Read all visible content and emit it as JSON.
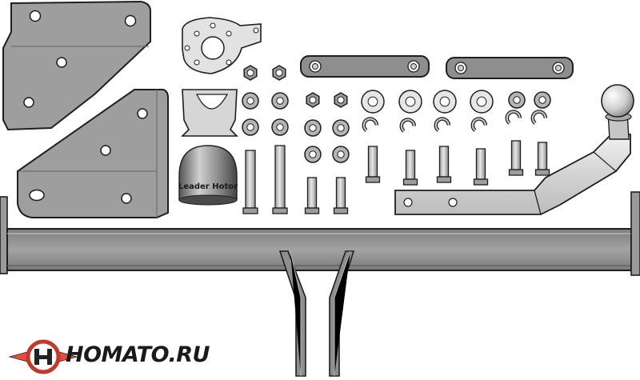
{
  "brand": {
    "name": "HOMATO.RU",
    "logo_colors": {
      "ring": "#c0392b",
      "wing": "#e74c3c",
      "dark": "#222222"
    }
  },
  "cap_label": "Leader Hotor",
  "colors": {
    "metal_dark": "#8c8c8c",
    "metal_mid": "#a8a8a8",
    "metal_light": "#d9d9d9",
    "outline": "#1e1e1e",
    "washer": "#bdbdbd"
  },
  "parts": {
    "brackets": [
      "mounting-bracket-top-left",
      "mounting-bracket-bottom-left",
      "socket-plate",
      "socket-holder"
    ],
    "fasteners": [
      "nut",
      "washer",
      "spring-washer",
      "bolt"
    ],
    "main": [
      "crossbar",
      "tow-arm",
      "tow-ball",
      "connecting-strips"
    ]
  }
}
